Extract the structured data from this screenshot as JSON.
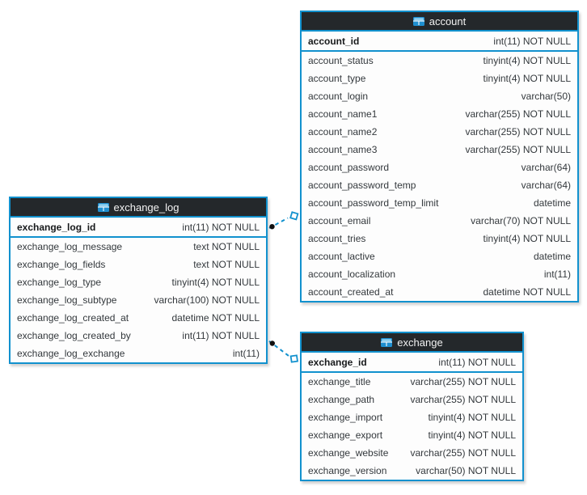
{
  "diagram": {
    "title": "database schema diagram",
    "colors": {
      "accent_blue": "#1191ce",
      "header_bg": "#24282b",
      "header_text": "#f2f2f2",
      "row_text": "#33383c",
      "row_bg": "#fdfdfd",
      "connector_dot": "#111111",
      "canvas_bg": "#ffffff"
    }
  },
  "tables": [
    {
      "name": "exchange_log",
      "icon": "table-icon",
      "primary_key": {
        "name": "exchange_log_id",
        "type": "int(11) NOT NULL"
      },
      "columns": [
        {
          "name": "exchange_log_message",
          "type": "text NOT NULL"
        },
        {
          "name": "exchange_log_fields",
          "type": "text NOT NULL"
        },
        {
          "name": "exchange_log_type",
          "type": "tinyint(4) NOT NULL"
        },
        {
          "name": "exchange_log_subtype",
          "type": "varchar(100) NOT NULL"
        },
        {
          "name": "exchange_log_created_at",
          "type": "datetime NOT NULL"
        },
        {
          "name": "exchange_log_created_by",
          "type": "int(11) NOT NULL"
        },
        {
          "name": "exchange_log_exchange",
          "type": "int(11)"
        }
      ]
    },
    {
      "name": "account",
      "icon": "table-icon",
      "primary_key": {
        "name": "account_id",
        "type": "int(11) NOT NULL"
      },
      "columns": [
        {
          "name": "account_status",
          "type": "tinyint(4) NOT NULL"
        },
        {
          "name": "account_type",
          "type": "tinyint(4) NOT NULL"
        },
        {
          "name": "account_login",
          "type": "varchar(50)"
        },
        {
          "name": "account_name1",
          "type": "varchar(255) NOT NULL"
        },
        {
          "name": "account_name2",
          "type": "varchar(255) NOT NULL"
        },
        {
          "name": "account_name3",
          "type": "varchar(255) NOT NULL"
        },
        {
          "name": "account_password",
          "type": "varchar(64)"
        },
        {
          "name": "account_password_temp",
          "type": "varchar(64)"
        },
        {
          "name": "account_password_temp_limit",
          "type": "datetime"
        },
        {
          "name": "account_email",
          "type": "varchar(70) NOT NULL"
        },
        {
          "name": "account_tries",
          "type": "tinyint(4) NOT NULL"
        },
        {
          "name": "account_lactive",
          "type": "datetime"
        },
        {
          "name": "account_localization",
          "type": "int(11)"
        },
        {
          "name": "account_created_at",
          "type": "datetime NOT NULL"
        }
      ]
    },
    {
      "name": "exchange",
      "icon": "table-icon",
      "primary_key": {
        "name": "exchange_id",
        "type": "int(11) NOT NULL"
      },
      "columns": [
        {
          "name": "exchange_title",
          "type": "varchar(255) NOT NULL"
        },
        {
          "name": "exchange_path",
          "type": "varchar(255) NOT NULL"
        },
        {
          "name": "exchange_import",
          "type": "tinyint(4) NOT NULL"
        },
        {
          "name": "exchange_export",
          "type": "tinyint(4) NOT NULL"
        },
        {
          "name": "exchange_website",
          "type": "varchar(255) NOT NULL"
        },
        {
          "name": "exchange_version",
          "type": "varchar(50) NOT NULL"
        }
      ]
    }
  ],
  "relationships": [
    {
      "from_table": "exchange_log",
      "to_table": "account",
      "line_style": "dashed"
    },
    {
      "from_table": "exchange_log",
      "to_table": "exchange",
      "line_style": "dashed"
    }
  ]
}
